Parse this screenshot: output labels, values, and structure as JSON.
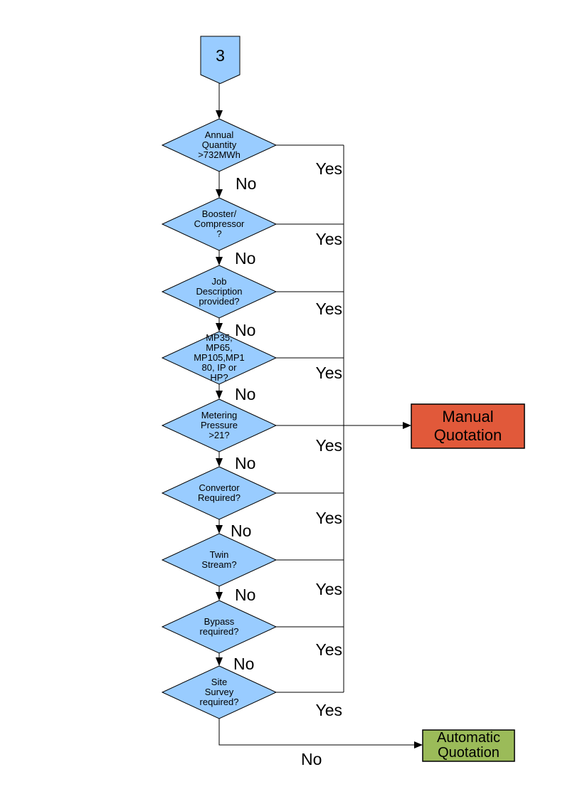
{
  "colors": {
    "decision_fill": "#99CCFF",
    "connector_fill": "#99CCFF",
    "manual_fill": "#E1593A",
    "automatic_fill": "#9BBB59",
    "line": "#000000"
  },
  "connector": {
    "label": "3"
  },
  "decisions": [
    {
      "id": "annual-quantity",
      "label": "Annual\nQuantity\n>732MWh",
      "yes": "Yes",
      "no": "No"
    },
    {
      "id": "booster-compressor",
      "label": "Booster/\nCompressor\n?",
      "yes": "Yes",
      "no": "No"
    },
    {
      "id": "job-description",
      "label": "Job\nDescription\nprovided?",
      "yes": "Yes",
      "no": "No"
    },
    {
      "id": "meter-type",
      "label": "MP35,\nMP65,\nMP105,MP1\n80, IP or\nHP?",
      "yes": "Yes",
      "no": "No"
    },
    {
      "id": "metering-pressure",
      "label": "Metering\nPressure\n>21?",
      "yes": "Yes",
      "no": "No"
    },
    {
      "id": "convertor-required",
      "label": "Convertor\nRequired?",
      "yes": "Yes",
      "no": "No"
    },
    {
      "id": "twin-stream",
      "label": "Twin\nStream?",
      "yes": "Yes",
      "no": "No"
    },
    {
      "id": "bypass-required",
      "label": "Bypass\nrequired?",
      "yes": "Yes",
      "no": "No"
    },
    {
      "id": "site-survey",
      "label": "Site\nSurvey\nrequired?",
      "yes": "Yes",
      "no": "No"
    }
  ],
  "outcomes": {
    "manual": {
      "label": "Manual\nQuotation"
    },
    "automatic": {
      "label": "Automatic\nQuotation"
    }
  }
}
